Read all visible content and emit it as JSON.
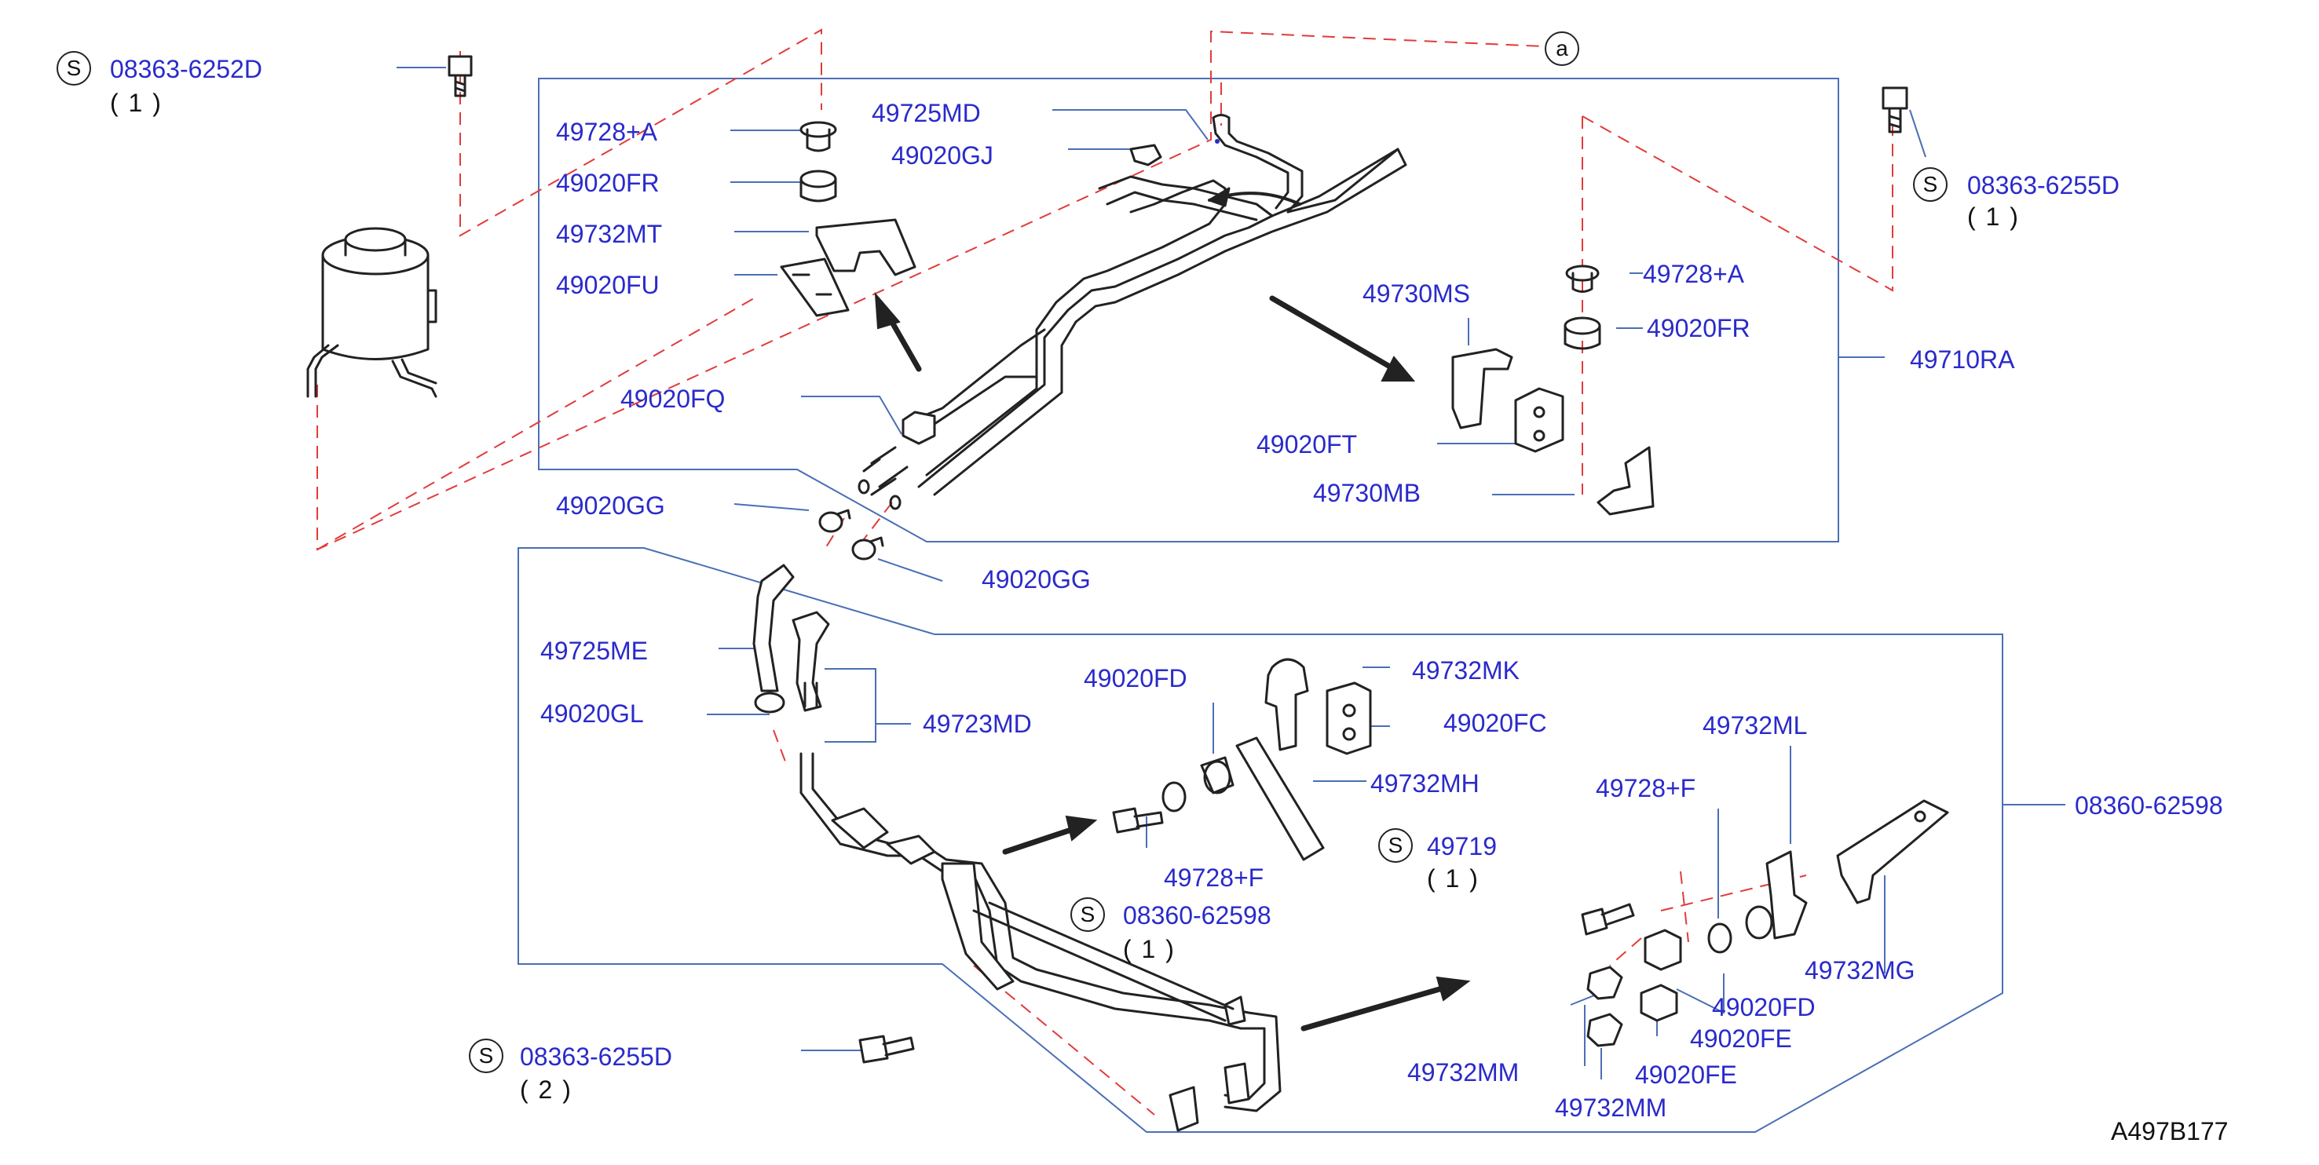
{
  "diagram": {
    "code": "A497B177",
    "callout_symbol": "a",
    "screw_symbol": "S",
    "colors": {
      "label": "#2a2acb",
      "leader": "#4a6fb5",
      "dash": "#e23b3b",
      "part": "#222222",
      "frame": "#4a6fb5"
    },
    "labels": [
      {
        "id": "screw-top-left",
        "text": "08363-6252D"
      },
      {
        "id": "p-49728A-1",
        "text": "49728+A"
      },
      {
        "id": "p-49020FR-1",
        "text": "49020FR"
      },
      {
        "id": "p-49732MT",
        "text": "49732MT"
      },
      {
        "id": "p-49020FU",
        "text": "49020FU"
      },
      {
        "id": "p-49725MD",
        "text": "49725MD"
      },
      {
        "id": "p-49020GJ",
        "text": "49020GJ"
      },
      {
        "id": "p-49020FQ",
        "text": "49020FQ"
      },
      {
        "id": "p-49020GG-1",
        "text": "49020GG"
      },
      {
        "id": "p-49020GG-2",
        "text": "49020GG"
      },
      {
        "id": "p-49730MS",
        "text": "49730MS"
      },
      {
        "id": "p-49020FT",
        "text": "49020FT"
      },
      {
        "id": "p-49730MB",
        "text": "49730MB"
      },
      {
        "id": "p-49728A-2",
        "text": "49728+A"
      },
      {
        "id": "p-49020FR-2",
        "text": "49020FR"
      },
      {
        "id": "p-49710RA",
        "text": "49710RA"
      },
      {
        "id": "screw-top-right",
        "text": "08363-6255D"
      },
      {
        "id": "p-49725ME",
        "text": "49725ME"
      },
      {
        "id": "p-49020GL",
        "text": "49020GL"
      },
      {
        "id": "p-49723MD",
        "text": "49723MD"
      },
      {
        "id": "p-49020FD-1",
        "text": "49020FD"
      },
      {
        "id": "p-49728F-1",
        "text": "49728+F"
      },
      {
        "id": "screw-mid",
        "text": "08360-62598"
      },
      {
        "id": "p-49732MK",
        "text": "49732MK"
      },
      {
        "id": "p-49020FC",
        "text": "49020FC"
      },
      {
        "id": "p-49732MH",
        "text": "49732MH"
      },
      {
        "id": "p-49732ML",
        "text": "49732ML"
      },
      {
        "id": "p-49728F-2",
        "text": "49728+F"
      },
      {
        "id": "screw-right",
        "text": "08360-62598"
      },
      {
        "id": "p-49719",
        "text": "49719"
      },
      {
        "id": "p-49732MG",
        "text": "49732MG"
      },
      {
        "id": "p-49020FD-2",
        "text": "49020FD"
      },
      {
        "id": "p-49020FE-1",
        "text": "49020FE"
      },
      {
        "id": "p-49732MM-1",
        "text": "49732MM"
      },
      {
        "id": "p-49020FE-2",
        "text": "49020FE"
      },
      {
        "id": "p-49732MM-2",
        "text": "49732MM"
      },
      {
        "id": "screw-bottom-left",
        "text": "08363-6255D"
      }
    ],
    "quantities": {
      "top_left": "( 1 )",
      "top_right": "( 1 )",
      "mid": "( 1 )",
      "right": "( 1 )",
      "bottom_left": "( 2 )"
    }
  }
}
